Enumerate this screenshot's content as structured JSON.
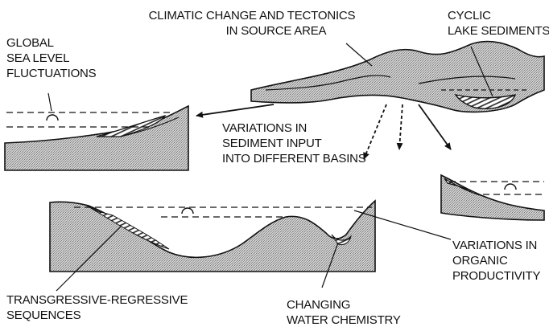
{
  "colors": {
    "ink": "#111111",
    "terrain": "#b8b8b8",
    "sediment": "#3a3a3a",
    "background": "#ffffff"
  },
  "labels": {
    "climatic_change": [
      "CLIMATIC CHANGE AND TECTONICS",
      "IN SOURCE AREA"
    ],
    "cyclic_lake": [
      "CYCLIC",
      "LAKE SEDIMENTS"
    ],
    "global_sea_level": [
      "GLOBAL",
      "SEA LEVEL",
      "FLUCTUATIONS"
    ],
    "sediment_input": [
      "VARIATIONS IN",
      "SEDIMENT INPUT",
      "INTO DIFFERENT BASINS"
    ],
    "organic_productivity": [
      "VARIATIONS IN",
      "ORGANIC",
      "PRODUCTIVITY"
    ],
    "transgressive": [
      "TRANSGRESSIVE-REGRESSIVE",
      "SEQUENCES"
    ],
    "water_chemistry": [
      "CHANGING",
      "WATER CHEMISTRY"
    ]
  },
  "icons": {
    "sea_level_symbol": "circle-on-waterline",
    "arrows": "sediment-input-arrows"
  }
}
